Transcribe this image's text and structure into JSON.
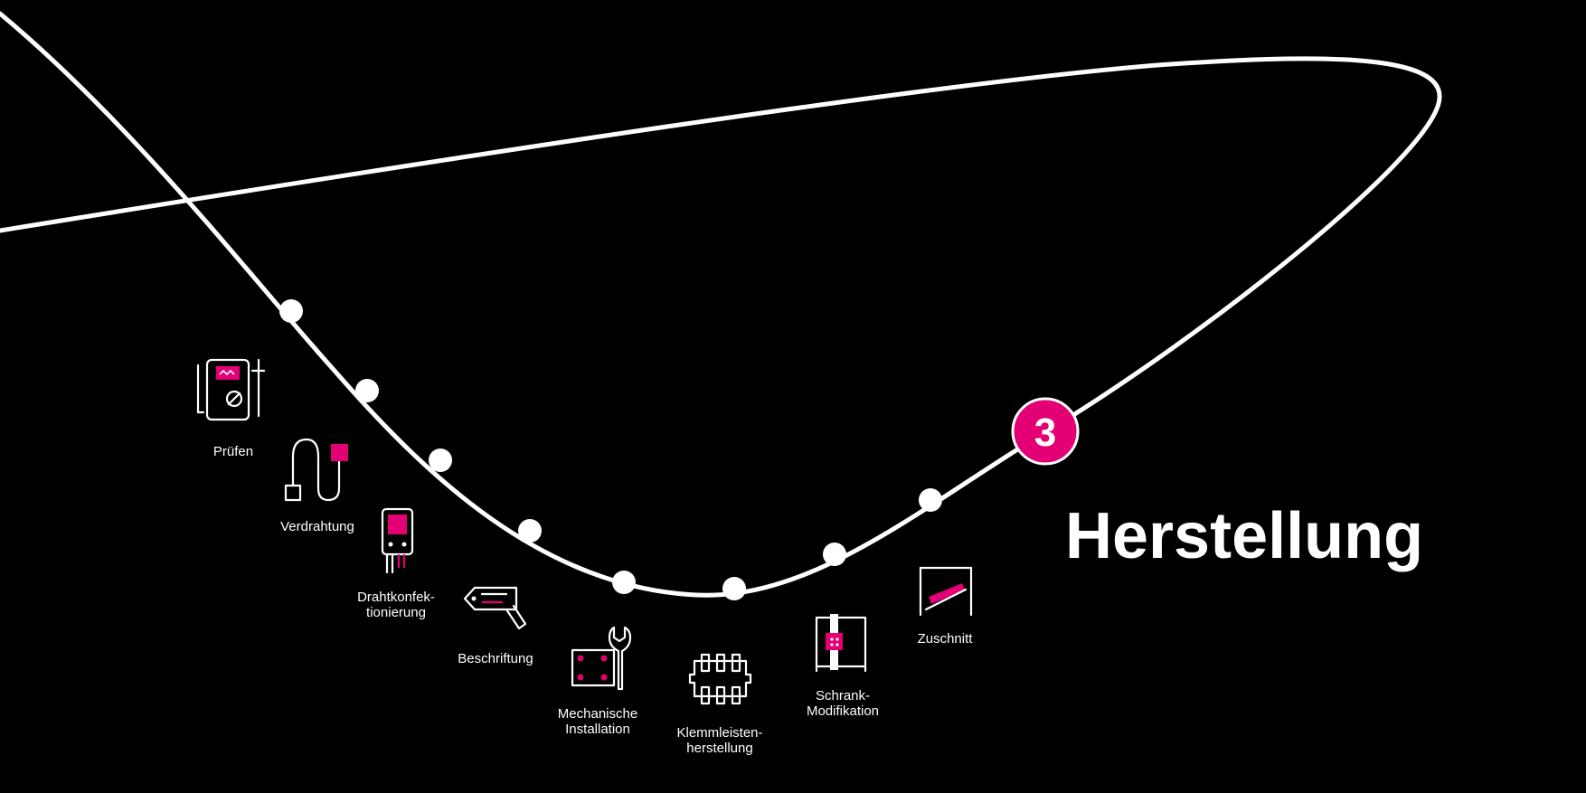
{
  "colors": {
    "background": "#000000",
    "path": "#ffffff",
    "accent": "#e20074"
  },
  "step_badge": {
    "number": "3"
  },
  "heading": {
    "title": "Herstellung"
  },
  "steps": [
    {
      "id": "pruefen",
      "label_lines": [
        "Prüfen"
      ],
      "icon": "multimeter-icon"
    },
    {
      "id": "verdrahtung",
      "label_lines": [
        "Verdrahtung"
      ],
      "icon": "cable-icon"
    },
    {
      "id": "drahtkonfektionierung",
      "label_lines": [
        "Drahtkonfek-",
        "tionierung"
      ],
      "icon": "connector-icon"
    },
    {
      "id": "beschriftung",
      "label_lines": [
        "Beschriftung"
      ],
      "icon": "tag-icon"
    },
    {
      "id": "mechanische-installation",
      "label_lines": [
        "Mechanische",
        "Installation"
      ],
      "icon": "wrench-plate-icon"
    },
    {
      "id": "klemmleistenherstellung",
      "label_lines": [
        "Klemmleisten-",
        "herstellung"
      ],
      "icon": "terminal-block-icon"
    },
    {
      "id": "schrank-modifikation",
      "label_lines": [
        "Schrank-",
        "Modifikation"
      ],
      "icon": "cabinet-icon"
    },
    {
      "id": "zuschnitt",
      "label_lines": [
        "Zuschnitt"
      ],
      "icon": "cutting-icon"
    }
  ]
}
